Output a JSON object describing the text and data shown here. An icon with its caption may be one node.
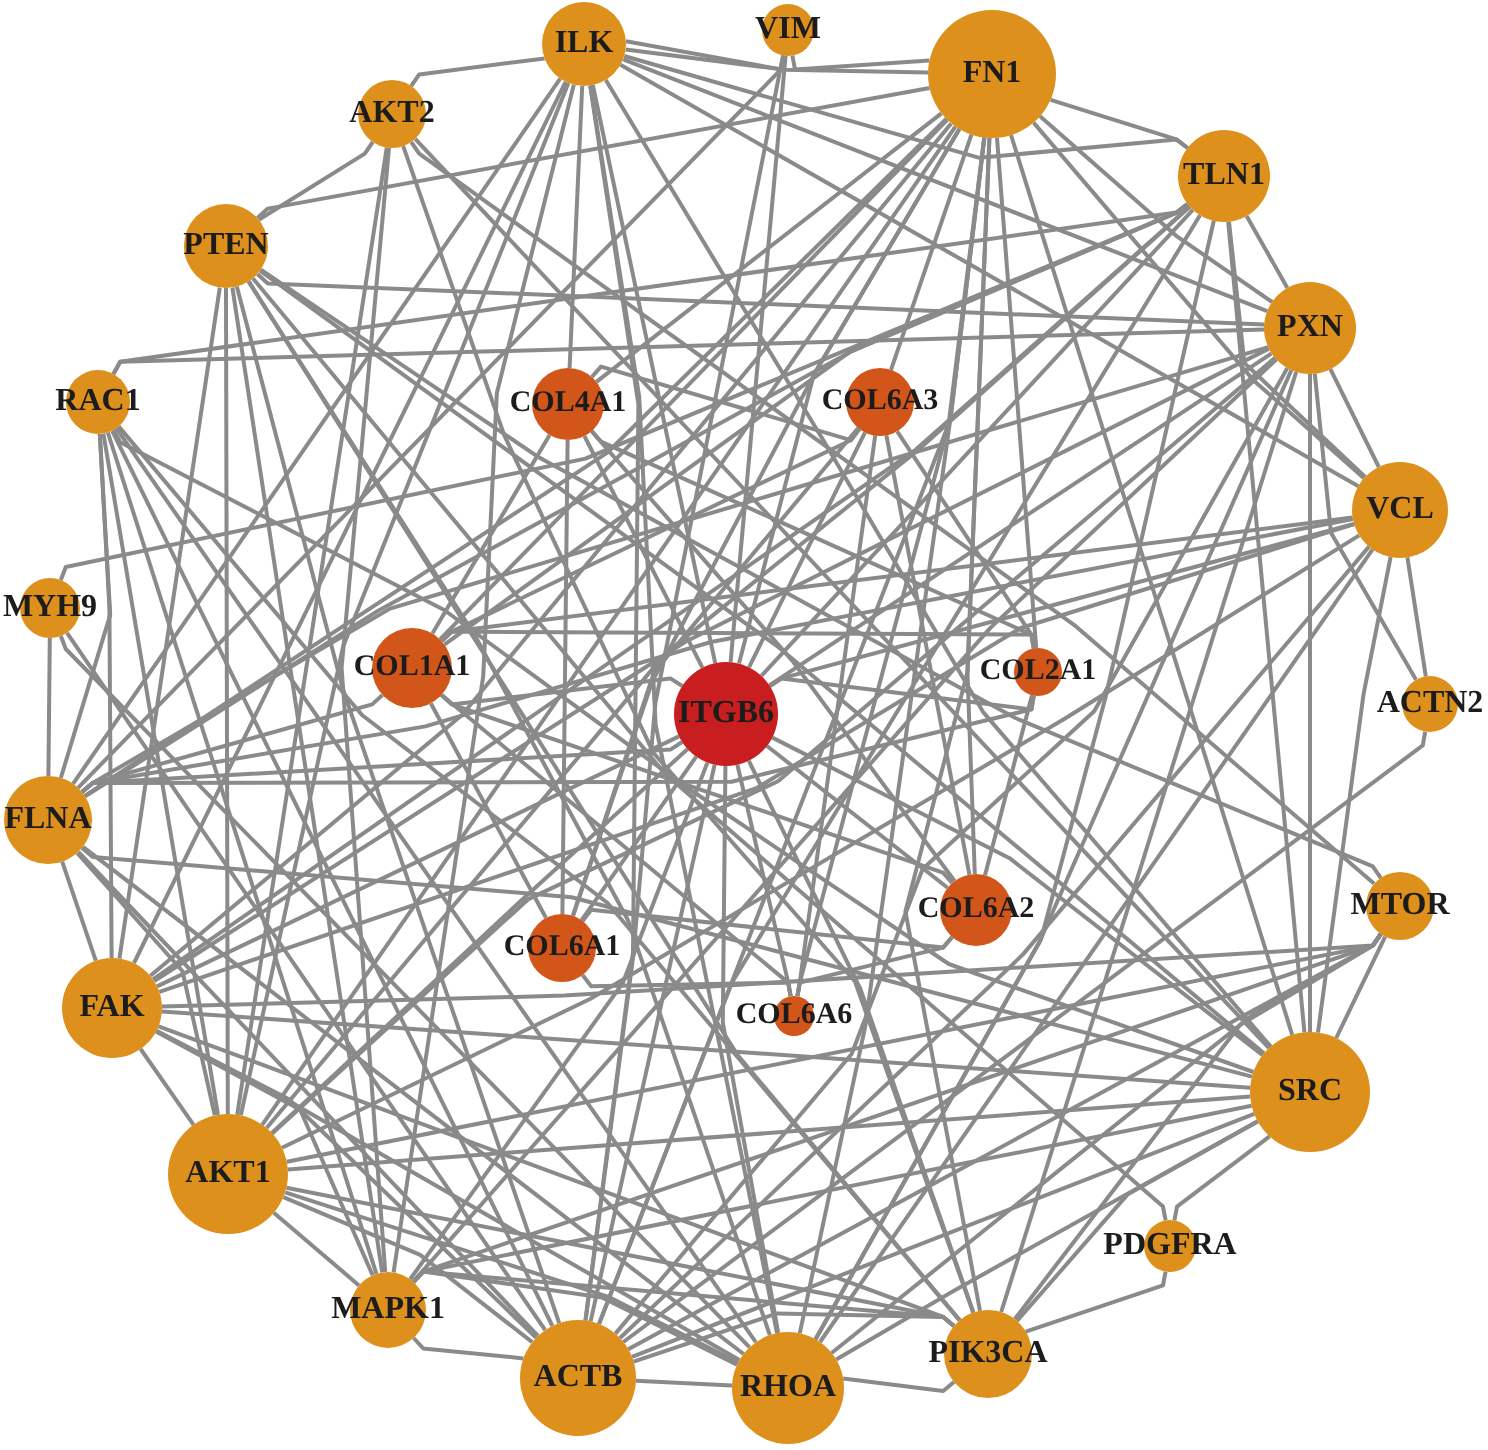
{
  "diagram": {
    "nodes": [
      {
        "text": [
          "VIM"
        ]
      },
      {
        "text": [
          "ILK"
        ]
      },
      {
        "text": [
          "FN1"
        ]
      },
      {
        "text": [
          "AKT2"
        ]
      },
      {
        "text": [
          "TLN1"
        ]
      },
      {
        "text": [
          "PTEN"
        ]
      },
      {
        "text": [
          "PXN"
        ]
      },
      {
        "text": [
          "RAC1"
        ]
      },
      {
        "text": [
          "COL4A1"
        ]
      },
      {
        "text": [
          "COL6A3"
        ]
      },
      {
        "text": [
          "VCL"
        ]
      },
      {
        "text": [
          "MYH9"
        ]
      },
      {
        "text": [
          "COL1A1"
        ]
      },
      {
        "text": [
          "COL2A1"
        ]
      },
      {
        "text": [
          "ACTN2"
        ]
      },
      {
        "text": [
          "ITGB6"
        ]
      },
      {
        "text": [
          "FLNA"
        ]
      },
      {
        "text": [
          "MTOR"
        ]
      },
      {
        "text": [
          "COL6A2"
        ]
      },
      {
        "text": [
          "COL6A1"
        ]
      },
      {
        "text": [
          "FAK"
        ]
      },
      {
        "text": [
          "COL6A6"
        ]
      },
      {
        "text": [
          "SRC"
        ]
      },
      {
        "text": [
          "AKT1"
        ]
      },
      {
        "text": [
          "PDGFRA"
        ]
      },
      {
        "text": [
          "MAPK1"
        ]
      },
      {
        "text": [
          "PIK3CA"
        ]
      },
      {
        "text": [
          "ACTB"
        ]
      },
      {
        "text": [
          "RHOA"
        ]
      }
    ],
    "edges": [
      {
        "from": 0,
        "to": 1,
        "arrow": "none"
      },
      {
        "from": 0,
        "to": 2,
        "arrow": "none"
      },
      {
        "from": 0,
        "to": 15,
        "arrow": "none"
      },
      {
        "from": 0,
        "to": 16,
        "arrow": "none"
      },
      {
        "from": 0,
        "to": 27,
        "arrow": "none"
      },
      {
        "from": 1,
        "to": 2,
        "arrow": "none"
      },
      {
        "from": 1,
        "to": 3,
        "arrow": "none"
      },
      {
        "from": 1,
        "to": 4,
        "arrow": "none"
      },
      {
        "from": 1,
        "to": 6,
        "arrow": "none"
      },
      {
        "from": 1,
        "to": 8,
        "arrow": "none"
      },
      {
        "from": 1,
        "to": 10,
        "arrow": "none"
      },
      {
        "from": 1,
        "to": 15,
        "arrow": "none"
      },
      {
        "from": 1,
        "to": 16,
        "arrow": "none"
      },
      {
        "from": 1,
        "to": 20,
        "arrow": "none"
      },
      {
        "from": 1,
        "to": 22,
        "arrow": "none"
      },
      {
        "from": 1,
        "to": 23,
        "arrow": "none"
      },
      {
        "from": 1,
        "to": 25,
        "arrow": "none"
      },
      {
        "from": 1,
        "to": 27,
        "arrow": "none"
      },
      {
        "from": 1,
        "to": 28,
        "arrow": "none"
      },
      {
        "from": 2,
        "to": 4,
        "arrow": "none"
      },
      {
        "from": 2,
        "to": 5,
        "arrow": "none"
      },
      {
        "from": 2,
        "to": 6,
        "arrow": "none"
      },
      {
        "from": 2,
        "to": 8,
        "arrow": "none"
      },
      {
        "from": 2,
        "to": 9,
        "arrow": "none"
      },
      {
        "from": 2,
        "to": 10,
        "arrow": "none"
      },
      {
        "from": 2,
        "to": 12,
        "arrow": "none"
      },
      {
        "from": 2,
        "to": 13,
        "arrow": "none"
      },
      {
        "from": 2,
        "to": 15,
        "arrow": "none"
      },
      {
        "from": 2,
        "to": 16,
        "arrow": "none"
      },
      {
        "from": 2,
        "to": 18,
        "arrow": "none"
      },
      {
        "from": 2,
        "to": 19,
        "arrow": "none"
      },
      {
        "from": 2,
        "to": 20,
        "arrow": "none"
      },
      {
        "from": 2,
        "to": 21,
        "arrow": "none"
      },
      {
        "from": 2,
        "to": 22,
        "arrow": "none"
      },
      {
        "from": 2,
        "to": 23,
        "arrow": "none"
      },
      {
        "from": 2,
        "to": 26,
        "arrow": "none"
      },
      {
        "from": 2,
        "to": 27,
        "arrow": "none"
      },
      {
        "from": 2,
        "to": 28,
        "arrow": "none"
      },
      {
        "from": 3,
        "to": 5,
        "arrow": "none"
      },
      {
        "from": 3,
        "to": 17,
        "arrow": "none"
      },
      {
        "from": 3,
        "to": 22,
        "arrow": "none"
      },
      {
        "from": 3,
        "to": 23,
        "arrow": "none"
      },
      {
        "from": 3,
        "to": 25,
        "arrow": "none"
      },
      {
        "from": 3,
        "to": 26,
        "arrow": "none"
      },
      {
        "from": 4,
        "to": 6,
        "arrow": "none"
      },
      {
        "from": 4,
        "to": 7,
        "arrow": "none"
      },
      {
        "from": 4,
        "to": 10,
        "arrow": "none"
      },
      {
        "from": 4,
        "to": 11,
        "arrow": "none"
      },
      {
        "from": 4,
        "to": 12,
        "arrow": "none"
      },
      {
        "from": 4,
        "to": 15,
        "arrow": "none"
      },
      {
        "from": 4,
        "to": 16,
        "arrow": "none"
      },
      {
        "from": 4,
        "to": 20,
        "arrow": "none"
      },
      {
        "from": 4,
        "to": 22,
        "arrow": "none"
      },
      {
        "from": 4,
        "to": 23,
        "arrow": "none"
      },
      {
        "from": 4,
        "to": 27,
        "arrow": "none"
      },
      {
        "from": 4,
        "to": 28,
        "arrow": "none"
      },
      {
        "from": 5,
        "to": 6,
        "arrow": "none"
      },
      {
        "from": 5,
        "to": 17,
        "arrow": "none"
      },
      {
        "from": 5,
        "to": 20,
        "arrow": "none"
      },
      {
        "from": 5,
        "to": 22,
        "arrow": "none"
      },
      {
        "from": 5,
        "to": 23,
        "arrow": "none"
      },
      {
        "from": 5,
        "to": 24,
        "arrow": "none"
      },
      {
        "from": 5,
        "to": 25,
        "arrow": "none"
      },
      {
        "from": 5,
        "to": 26,
        "arrow": "none"
      },
      {
        "from": 5,
        "to": 27,
        "arrow": "none"
      },
      {
        "from": 5,
        "to": 28,
        "arrow": "none"
      },
      {
        "from": 6,
        "to": 7,
        "arrow": "none"
      },
      {
        "from": 6,
        "to": 10,
        "arrow": "none"
      },
      {
        "from": 6,
        "to": 15,
        "arrow": "none"
      },
      {
        "from": 6,
        "to": 16,
        "arrow": "none"
      },
      {
        "from": 6,
        "to": 20,
        "arrow": "none"
      },
      {
        "from": 6,
        "to": 22,
        "arrow": "none"
      },
      {
        "from": 6,
        "to": 23,
        "arrow": "none"
      },
      {
        "from": 6,
        "to": 25,
        "arrow": "none"
      },
      {
        "from": 6,
        "to": 26,
        "arrow": "none"
      },
      {
        "from": 6,
        "to": 27,
        "arrow": "none"
      },
      {
        "from": 6,
        "to": 28,
        "arrow": "none"
      },
      {
        "from": 6,
        "to": 14,
        "arrow": "none"
      },
      {
        "from": 7,
        "to": 16,
        "arrow": "none"
      },
      {
        "from": 7,
        "to": 20,
        "arrow": "none"
      },
      {
        "from": 7,
        "to": 22,
        "arrow": "none"
      },
      {
        "from": 7,
        "to": 23,
        "arrow": "none"
      },
      {
        "from": 7,
        "to": 25,
        "arrow": "none"
      },
      {
        "from": 7,
        "to": 26,
        "arrow": "none"
      },
      {
        "from": 7,
        "to": 27,
        "arrow": "none"
      },
      {
        "from": 7,
        "to": 28,
        "arrow": "none"
      },
      {
        "from": 8,
        "to": 9,
        "arrow": "none"
      },
      {
        "from": 8,
        "to": 12,
        "arrow": "none"
      },
      {
        "from": 8,
        "to": 13,
        "arrow": "none"
      },
      {
        "from": 8,
        "to": 15,
        "arrow": "none"
      },
      {
        "from": 8,
        "to": 18,
        "arrow": "none"
      },
      {
        "from": 8,
        "to": 19,
        "arrow": "none"
      },
      {
        "from": 9,
        "to": 12,
        "arrow": "none"
      },
      {
        "from": 9,
        "to": 13,
        "arrow": "none"
      },
      {
        "from": 9,
        "to": 15,
        "arrow": "none"
      },
      {
        "from": 9,
        "to": 18,
        "arrow": "none"
      },
      {
        "from": 9,
        "to": 19,
        "arrow": "none"
      },
      {
        "from": 9,
        "to": 21,
        "arrow": "none"
      },
      {
        "from": 10,
        "to": 12,
        "arrow": "none"
      },
      {
        "from": 10,
        "to": 14,
        "arrow": "none"
      },
      {
        "from": 10,
        "to": 15,
        "arrow": "none"
      },
      {
        "from": 10,
        "to": 16,
        "arrow": "none"
      },
      {
        "from": 10,
        "to": 20,
        "arrow": "none"
      },
      {
        "from": 10,
        "to": 22,
        "arrow": "none"
      },
      {
        "from": 10,
        "to": 23,
        "arrow": "none"
      },
      {
        "from": 10,
        "to": 27,
        "arrow": "none"
      },
      {
        "from": 10,
        "to": 28,
        "arrow": "none"
      },
      {
        "from": 11,
        "to": 16,
        "arrow": "none"
      },
      {
        "from": 11,
        "to": 27,
        "arrow": "none"
      },
      {
        "from": 11,
        "to": 28,
        "arrow": "none"
      },
      {
        "from": 12,
        "to": 13,
        "arrow": "none"
      },
      {
        "from": 12,
        "to": 15,
        "arrow": "none"
      },
      {
        "from": 12,
        "to": 16,
        "arrow": "none"
      },
      {
        "from": 12,
        "to": 18,
        "arrow": "none"
      },
      {
        "from": 12,
        "to": 19,
        "arrow": "none"
      },
      {
        "from": 12,
        "to": 21,
        "arrow": "none"
      },
      {
        "from": 13,
        "to": 15,
        "arrow": "none"
      },
      {
        "from": 13,
        "to": 16,
        "arrow": "none"
      },
      {
        "from": 13,
        "to": 18,
        "arrow": "none"
      },
      {
        "from": 14,
        "to": 27,
        "arrow": "none"
      },
      {
        "from": 15,
        "to": 16,
        "arrow": "none"
      },
      {
        "from": 15,
        "to": 18,
        "arrow": "none"
      },
      {
        "from": 15,
        "to": 19,
        "arrow": "none"
      },
      {
        "from": 15,
        "to": 20,
        "arrow": "none"
      },
      {
        "from": 15,
        "to": 21,
        "arrow": "none"
      },
      {
        "from": 15,
        "to": 22,
        "arrow": "none"
      },
      {
        "from": 15,
        "to": 23,
        "arrow": "none"
      },
      {
        "from": 15,
        "to": 25,
        "arrow": "none"
      },
      {
        "from": 15,
        "to": 26,
        "arrow": "none"
      },
      {
        "from": 15,
        "to": 27,
        "arrow": "none"
      },
      {
        "from": 15,
        "to": 28,
        "arrow": "none"
      },
      {
        "from": 16,
        "to": 20,
        "arrow": "none"
      },
      {
        "from": 16,
        "to": 22,
        "arrow": "none"
      },
      {
        "from": 16,
        "to": 23,
        "arrow": "none"
      },
      {
        "from": 16,
        "to": 27,
        "arrow": "none"
      },
      {
        "from": 16,
        "to": 28,
        "arrow": "none"
      },
      {
        "from": 17,
        "to": 20,
        "arrow": "none"
      },
      {
        "from": 17,
        "to": 22,
        "arrow": "none"
      },
      {
        "from": 17,
        "to": 23,
        "arrow": "none"
      },
      {
        "from": 17,
        "to": 25,
        "arrow": "none"
      },
      {
        "from": 17,
        "to": 26,
        "arrow": "none"
      },
      {
        "from": 17,
        "to": 27,
        "arrow": "none"
      },
      {
        "from": 17,
        "to": 28,
        "arrow": "none"
      },
      {
        "from": 18,
        "to": 19,
        "arrow": "none"
      },
      {
        "from": 18,
        "to": 21,
        "arrow": "none"
      },
      {
        "from": 19,
        "to": 21,
        "arrow": "none"
      },
      {
        "from": 20,
        "to": 22,
        "arrow": "none"
      },
      {
        "from": 20,
        "to": 23,
        "arrow": "none"
      },
      {
        "from": 20,
        "to": 25,
        "arrow": "none"
      },
      {
        "from": 20,
        "to": 26,
        "arrow": "none"
      },
      {
        "from": 20,
        "to": 27,
        "arrow": "none"
      },
      {
        "from": 20,
        "to": 28,
        "arrow": "none"
      },
      {
        "from": 22,
        "to": 23,
        "arrow": "none"
      },
      {
        "from": 22,
        "to": 24,
        "arrow": "none"
      },
      {
        "from": 22,
        "to": 25,
        "arrow": "none"
      },
      {
        "from": 22,
        "to": 26,
        "arrow": "none"
      },
      {
        "from": 22,
        "to": 27,
        "arrow": "none"
      },
      {
        "from": 22,
        "to": 28,
        "arrow": "none"
      },
      {
        "from": 23,
        "to": 25,
        "arrow": "none"
      },
      {
        "from": 23,
        "to": 26,
        "arrow": "none"
      },
      {
        "from": 23,
        "to": 27,
        "arrow": "none"
      },
      {
        "from": 23,
        "to": 28,
        "arrow": "none"
      },
      {
        "from": 24,
        "to": 26,
        "arrow": "none"
      },
      {
        "from": 25,
        "to": 26,
        "arrow": "none"
      },
      {
        "from": 25,
        "to": 27,
        "arrow": "none"
      },
      {
        "from": 25,
        "to": 28,
        "arrow": "none"
      },
      {
        "from": 26,
        "to": 27,
        "arrow": "none"
      },
      {
        "from": 26,
        "to": 28,
        "arrow": "none"
      },
      {
        "from": 27,
        "to": 28,
        "arrow": "none"
      }
    ]
  }
}
